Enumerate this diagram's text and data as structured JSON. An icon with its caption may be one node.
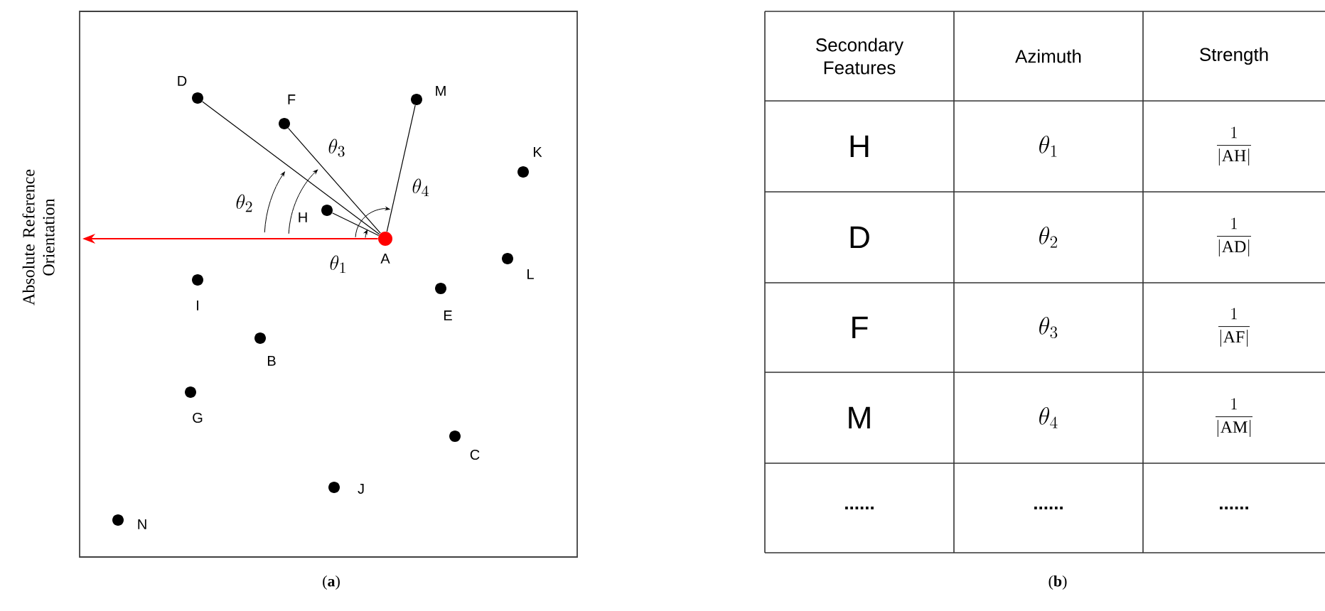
{
  "diagram": {
    "nodes": [
      {
        "text": [
          "D"
        ]
      },
      {
        "text": [
          "M"
        ]
      },
      {
        "text": [
          "F"
        ]
      },
      {
        "text": [
          "K"
        ]
      },
      {
        "text": [
          "H"
        ]
      },
      {
        "text": [
          "A"
        ]
      },
      {
        "text": [
          "L"
        ]
      },
      {
        "text": [
          "I"
        ]
      },
      {
        "text": [
          "E"
        ]
      },
      {
        "text": [
          "B"
        ]
      },
      {
        "text": [
          "G"
        ]
      },
      {
        "text": [
          "C"
        ]
      },
      {
        "text": [
          "J"
        ]
      },
      {
        "text": [
          "N"
        ]
      }
    ],
    "edges": [
      {
        "from": 5,
        "to": 0,
        "arrow": "none"
      },
      {
        "from": 5,
        "to": 2,
        "arrow": "none"
      },
      {
        "from": 5,
        "to": 1,
        "arrow": "none"
      },
      {
        "from": 5,
        "to": 4,
        "arrow": "none"
      },
      {
        "from": 5,
        "to": null,
        "arrow": "to",
        "color": "#ff0000"
      }
    ],
    "labels": [
      "Absolute Reference Orientation",
      "\\theta_1",
      "\\theta_2",
      "\\theta_3",
      "\\theta_4",
      "Secondary Features",
      "Azimuth",
      "Strength",
      "H",
      "\\theta_1",
      "\\frac{1}{|\\mathrm{AH}|}",
      "D",
      "\\theta_2",
      "\\frac{1}{|\\mathrm{AD}|}",
      "F",
      "\\theta_3",
      "\\frac{1}{|\\mathrm{AF}|}",
      "M",
      "\\theta_4",
      "\\frac{1}{|\\mathrm{AM}|}",
      "......",
      "......",
      "......",
      "(**a**)",
      "(**b**)"
    ]
  }
}
